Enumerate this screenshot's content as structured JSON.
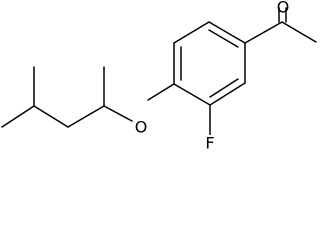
{
  "structure": {
    "atoms": {
      "O_carbonyl": "O",
      "O_ether": "O",
      "F": "F"
    }
  }
}
